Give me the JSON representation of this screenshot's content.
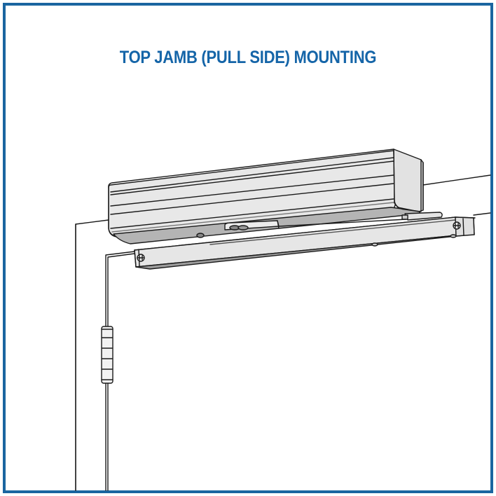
{
  "title": "TOP JAMB (PULL SIDE) MOUNTING",
  "colors": {
    "border": "#1a65a0",
    "title": "#1565a8",
    "line": "#1a1a1a",
    "face_light": "#e6e6e6",
    "face_mid": "#d2d2d2",
    "face_shadow": "#a8a8a8",
    "background": "#ffffff"
  },
  "illustration": {
    "subject": "door closer mounted on top jamb, pull side",
    "parts": [
      "closer-cover",
      "closer-end-cap",
      "mounting-track",
      "track-end-cap",
      "arm-slide",
      "screw-heads",
      "door-frame",
      "door-leaf",
      "hinge"
    ]
  }
}
